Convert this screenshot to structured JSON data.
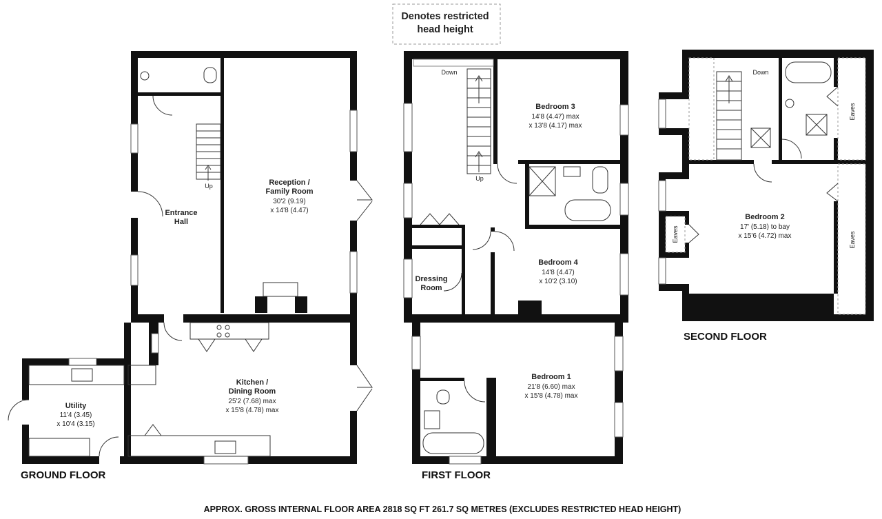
{
  "legend": {
    "line1": "Denotes restricted",
    "line2": "head height"
  },
  "footer": "APPROX. GROSS INTERNAL FLOOR AREA 2818 SQ FT 261.7 SQ METRES (EXCLUDES RESTRICTED HEAD HEIGHT)",
  "floors": {
    "ground": {
      "title": "GROUND FLOOR",
      "rooms": {
        "reception": {
          "name1": "Reception /",
          "name2": "Family  Room",
          "dim1": "30'2 (9.19)",
          "dim2": "x 14'8 (4.47)"
        },
        "entrance": {
          "name1": "Entrance",
          "name2": "Hall"
        },
        "kitchen": {
          "name1": "Kitchen /",
          "name2": "Dining Room",
          "dim1": "25'2 (7.68) max",
          "dim2": "x 15'8 (4.78) max"
        },
        "utility": {
          "name1": "Utility",
          "dim1": "11'4 (3.45)",
          "dim2": "x 10'4 (3.15)"
        }
      },
      "stairs_label": "Up"
    },
    "first": {
      "title": "FIRST FLOOR",
      "rooms": {
        "bedroom3": {
          "name1": "Bedroom 3",
          "dim1": "14'8 (4.47) max",
          "dim2": "x 13'8 (4.17) max"
        },
        "bedroom4": {
          "name1": "Bedroom 4",
          "dim1": "14'8 (4.47)",
          "dim2": "x 10'2 (3.10)"
        },
        "bedroom1": {
          "name1": "Bedroom 1",
          "dim1": "21'8 (6.60) max",
          "dim2": "x 15'8 (4.78) max"
        },
        "dressing": {
          "name1": "Dressing",
          "name2": "Room"
        }
      },
      "stairs_down": "Down",
      "stairs_up": "Up"
    },
    "second": {
      "title": "SECOND FLOOR",
      "rooms": {
        "bedroom2": {
          "name1": "Bedroom 2",
          "dim1": "17' (5.18) to bay",
          "dim2": "x 15'6 (4.72) max"
        }
      },
      "stairs_down": "Down",
      "eaves": [
        "Eaves",
        "Eaves",
        "Eaves"
      ]
    }
  }
}
